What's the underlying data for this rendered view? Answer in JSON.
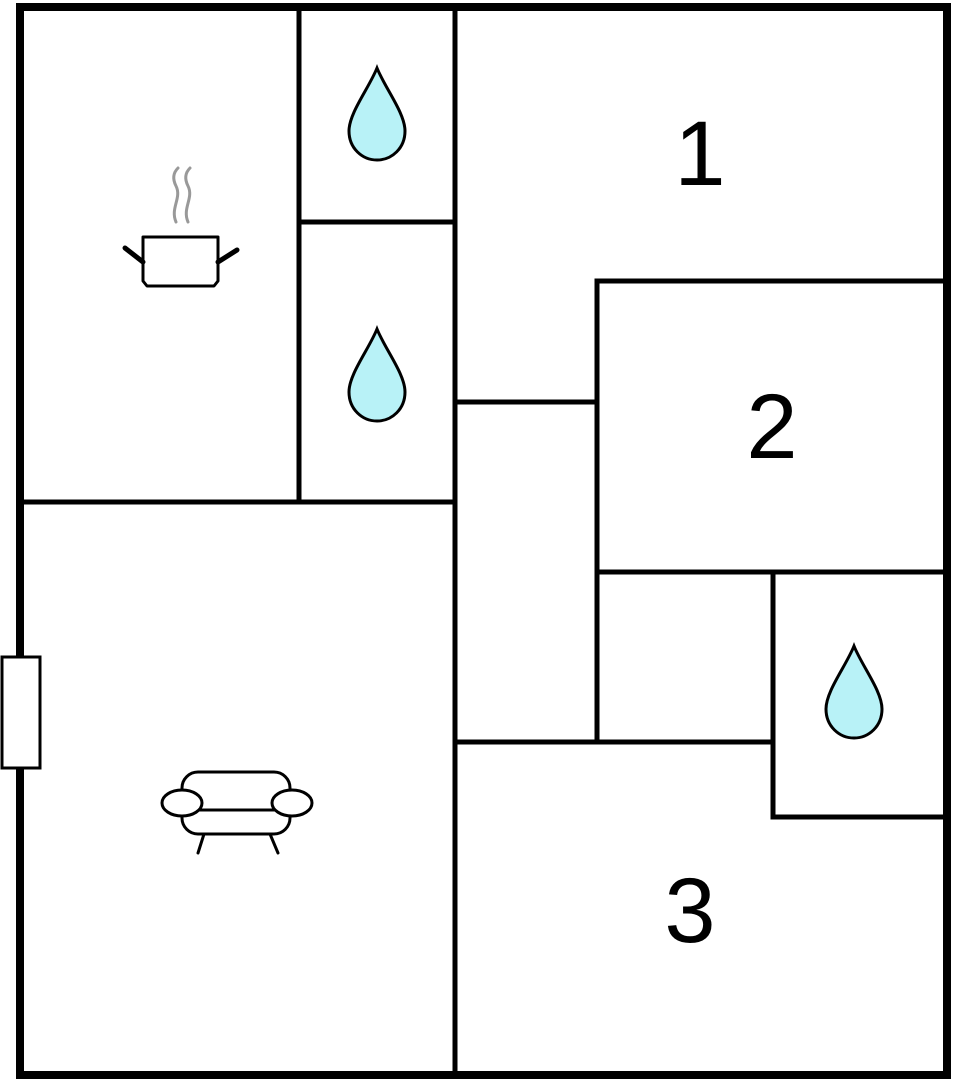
{
  "floorplan": {
    "rooms": [
      {
        "label": "1"
      },
      {
        "label": "2"
      },
      {
        "label": "3"
      }
    ],
    "icons": {
      "kitchen": "cooking-pot-icon",
      "bathroom": "water-drop-icon",
      "living_room": "sofa-icon",
      "entrance": "door-icon"
    },
    "colors": {
      "wall": "#000000",
      "water_fill": "#b8f2f7",
      "steam": "#999999",
      "background": "#ffffff"
    }
  }
}
